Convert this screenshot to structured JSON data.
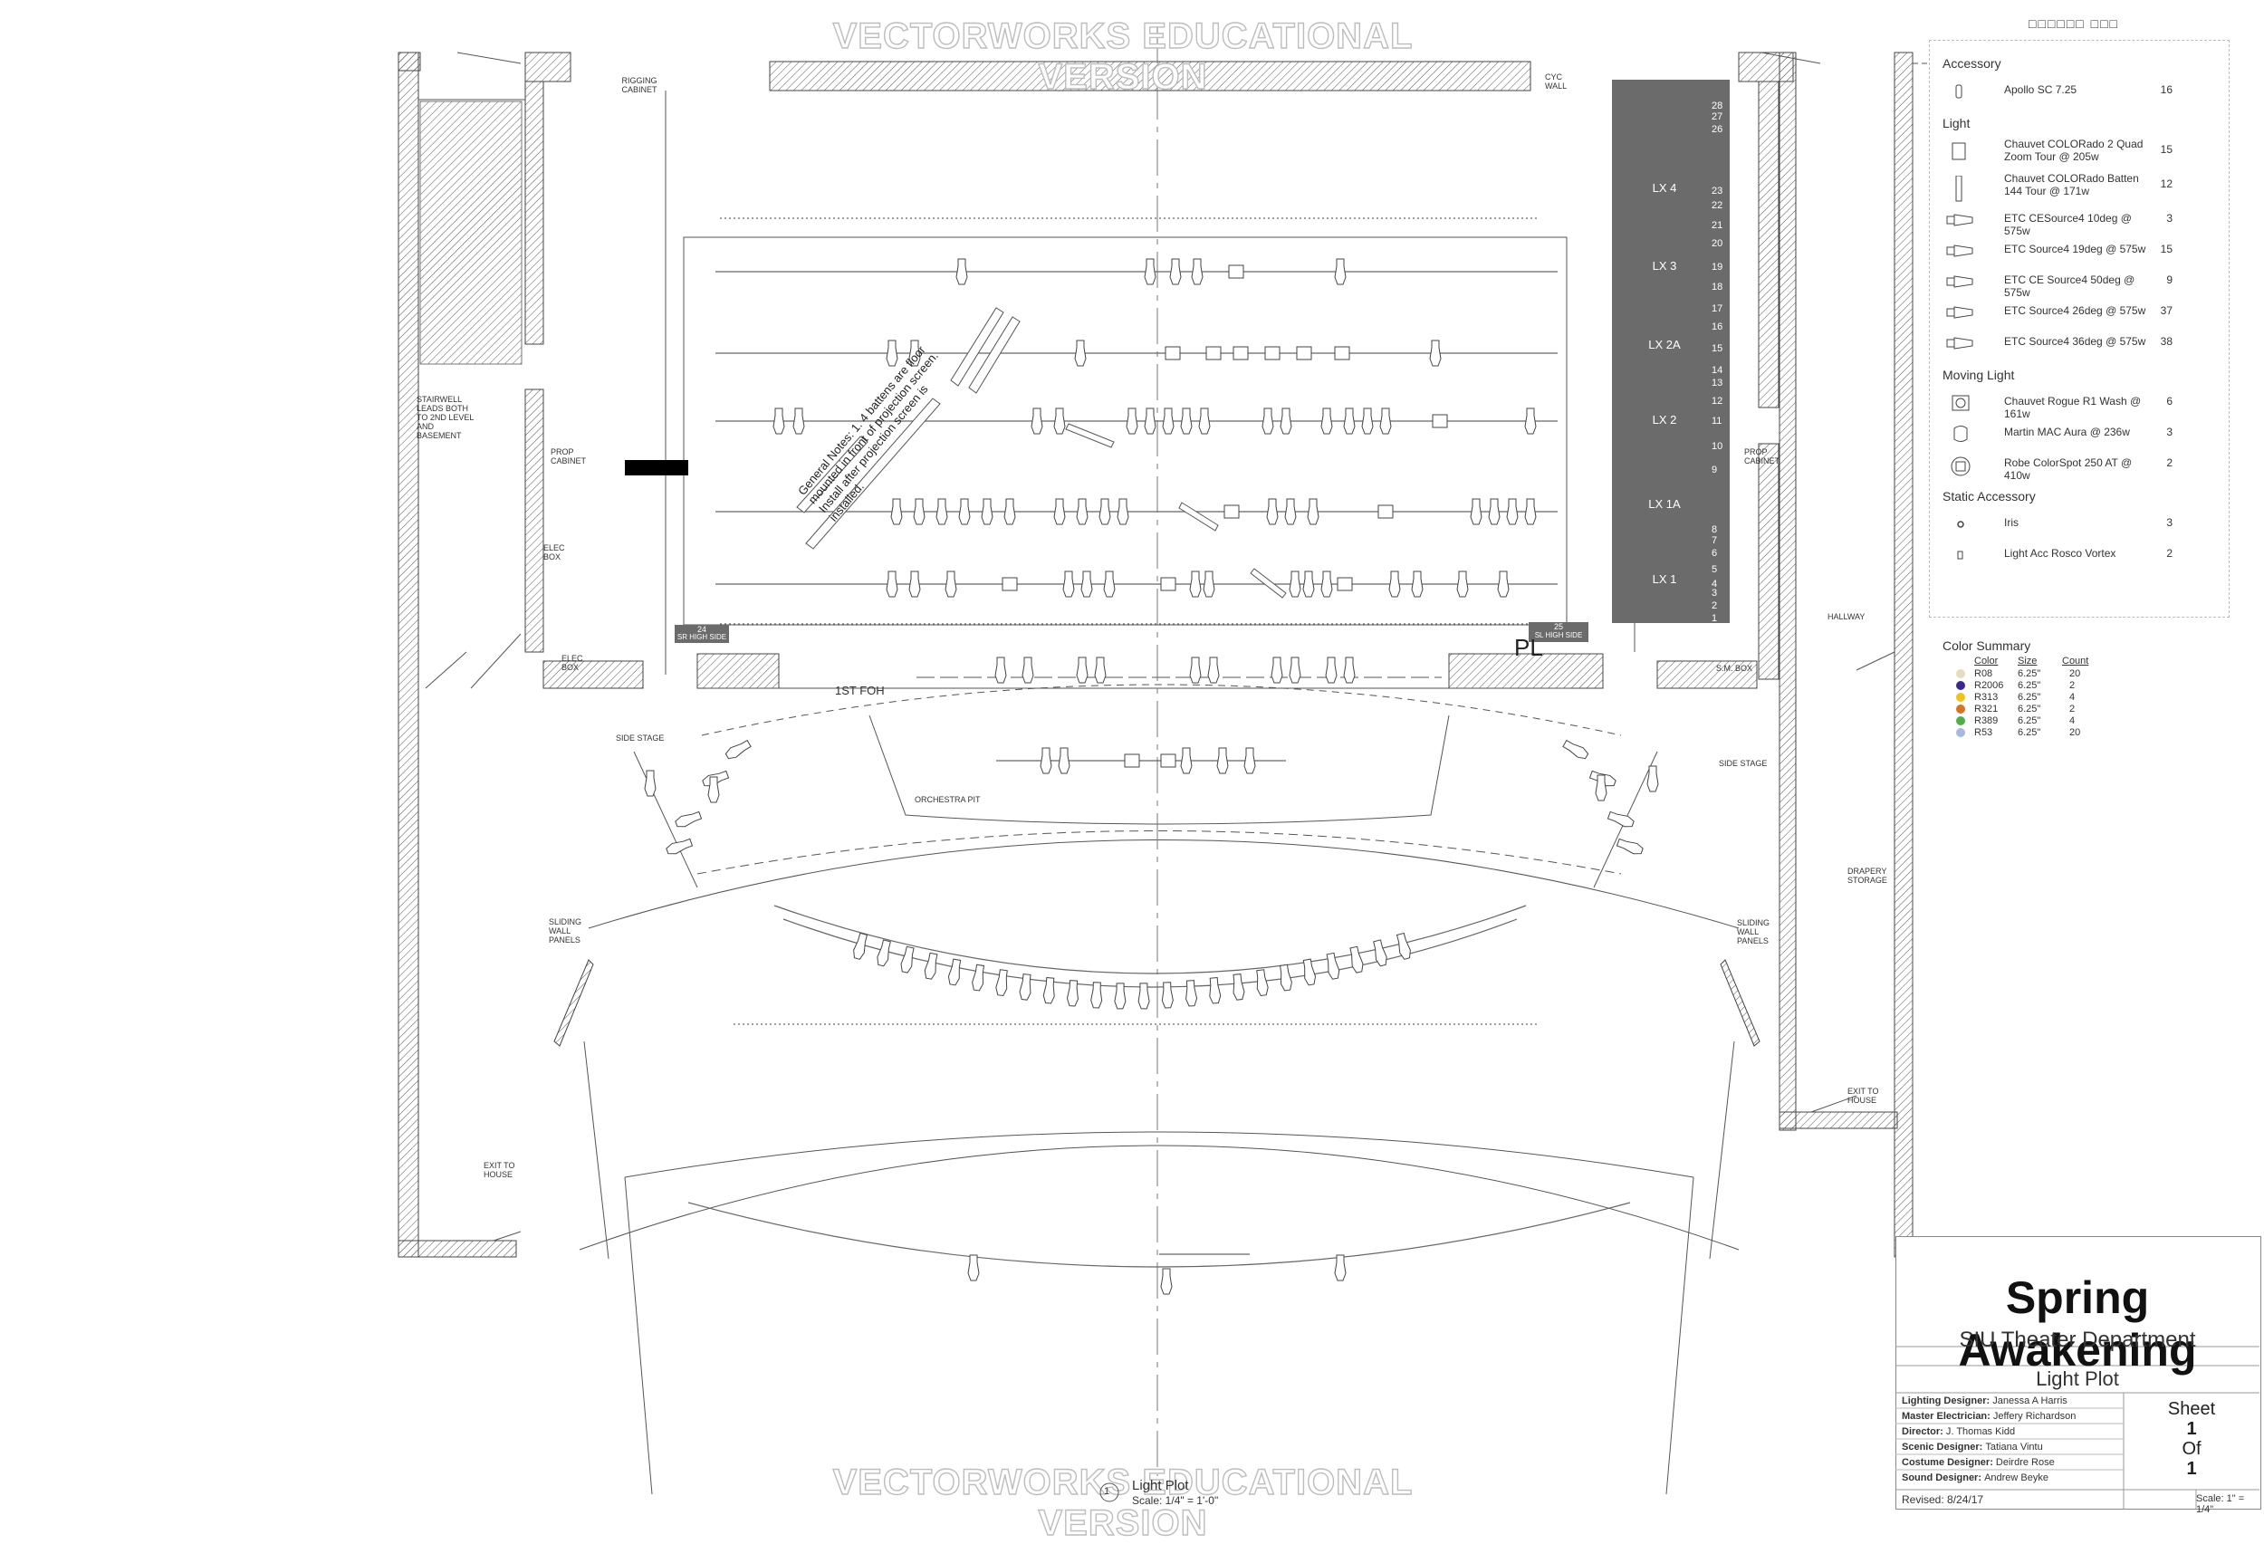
{
  "watermark": "VECTORWORKS EDUCATIONAL VERSION",
  "venue_labels": {
    "rigging_cabinet": "RIGGING CABINET",
    "cyc_wall": "CYC WALL",
    "stairwell": "STAIRWELL LEADS BOTH TO 2ND LEVEL AND BASEMENT",
    "prop_cabinet_left": "PROP CABINET",
    "prop_cabinet_right": "PROP CABINET",
    "elec_box_1": "ELEC BOX",
    "elec_box_2": "ELEC BOX",
    "sm_box": "S.M. BOX",
    "hallway": "HALLWAY",
    "first_foh": "1ST FOH",
    "side_stage_left": "SIDE STAGE",
    "side_stage_right": "SIDE STAGE",
    "orchestra_pit": "ORCHESTRA PIT",
    "sliding_left": "SLIDING WALL PANELS",
    "sliding_right": "SLIDING WALL PANELS",
    "drapery_storage": "DRAPERY STORAGE",
    "exit_left": "EXIT TO HOUSE",
    "exit_right": "EXIT TO HOUSE",
    "sr_high_side_num": "24",
    "sr_high_side": "SR HIGH SIDE",
    "sl_high_side_num": "25",
    "sl_high_side": "SL HIGH SIDE",
    "pl": "PL"
  },
  "general_notes": "General Notes: 1. 4 battens are floor mounted in front of projection screen. Install after projection screen is installed.",
  "lineset_labels": [
    "LX 4",
    "LX 3",
    "LX 2A",
    "LX 2",
    "LX 1A",
    "LX 1"
  ],
  "lineset_numbers": [
    "28",
    "27",
    "26",
    "23",
    "22",
    "21",
    "20",
    "19",
    "18",
    "17",
    "16",
    "15",
    "14",
    "13",
    "12",
    "11",
    "10",
    "9",
    "8",
    "7",
    "6",
    "5",
    "4",
    "3",
    "2",
    "1"
  ],
  "legend": {
    "title": "□□□□□□ □□□",
    "sections": [
      {
        "name": "Accessory",
        "items": [
          {
            "label": "Apollo SC 7.25",
            "qty": "16",
            "icon": "accessory-icon"
          }
        ]
      },
      {
        "name": "Light",
        "items": [
          {
            "label": "Chauvet COLORado 2 Quad Zoom Tour @ 205w",
            "qty": "15",
            "icon": "wash-light-icon"
          },
          {
            "label": "Chauvet COLORado Batten 144 Tour @ 171w",
            "qty": "12",
            "icon": "batten-light-icon"
          },
          {
            "label": "ETC CESource4 10deg @ 575w",
            "qty": "3",
            "icon": "ellipsoidal-icon"
          },
          {
            "label": "ETC Source4 19deg @ 575w",
            "qty": "15",
            "icon": "ellipsoidal-icon"
          },
          {
            "label": "ETC CE Source4 50deg @ 575w",
            "qty": "9",
            "icon": "ellipsoidal-icon"
          },
          {
            "label": "ETC Source4 26deg @ 575w",
            "qty": "37",
            "icon": "ellipsoidal-icon"
          },
          {
            "label": "ETC Source4 36deg @ 575w",
            "qty": "38",
            "icon": "ellipsoidal-icon"
          }
        ]
      },
      {
        "name": "Moving Light",
        "items": [
          {
            "label": "Chauvet Rogue R1 Wash @ 161w",
            "qty": "6",
            "icon": "moving-wash-icon"
          },
          {
            "label": "Martin MAC Aura @ 236w",
            "qty": "3",
            "icon": "moving-aura-icon"
          },
          {
            "label": "Robe ColorSpot 250 AT @ 410w",
            "qty": "2",
            "icon": "moving-spot-icon"
          }
        ]
      },
      {
        "name": "Static Accessory",
        "items": [
          {
            "label": "Iris",
            "qty": "3",
            "icon": "iris-icon"
          },
          {
            "label": "Light Acc Rosco Vortex",
            "qty": "2",
            "icon": "vortex-icon"
          }
        ]
      }
    ]
  },
  "color_summary": {
    "title": "Color Summary",
    "headers": [
      "Color",
      "Size",
      "Count"
    ],
    "rows": [
      {
        "color": "R08",
        "size": "6.25\"",
        "count": "20",
        "swatch": "#e8dcc0"
      },
      {
        "color": "R2006",
        "size": "6.25\"",
        "count": "2",
        "swatch": "#3a2a8c"
      },
      {
        "color": "R313",
        "size": "6.25\"",
        "count": "4",
        "swatch": "#f2c21b"
      },
      {
        "color": "R321",
        "size": "6.25\"",
        "count": "2",
        "swatch": "#d9731f"
      },
      {
        "color": "R389",
        "size": "6.25\"",
        "count": "4",
        "swatch": "#4fae4a"
      },
      {
        "color": "R53",
        "size": "6.25\"",
        "count": "20",
        "swatch": "#a9b6df"
      }
    ]
  },
  "title_block": {
    "show": "Spring Awakening",
    "department": "SIU Theater Department",
    "drawing": "Light Plot",
    "credits": [
      {
        "role": "Lighting Designer:",
        "name": "Janessa A Harris"
      },
      {
        "role": "Master Electrician:",
        "name": "Jeffery Richardson"
      },
      {
        "role": "Director:",
        "name": "J. Thomas Kidd"
      },
      {
        "role": "Scenic Designer:",
        "name": "Tatiana Vintu"
      },
      {
        "role": "Costume Designer:",
        "name": "Deirdre Rose"
      },
      {
        "role": "Sound Designer:",
        "name": "Andrew Beyke"
      }
    ],
    "sheet_label": "Sheet",
    "sheet_num": "1",
    "of_label": "Of",
    "sheet_total": "1",
    "revised": "Revised: 8/24/17",
    "scale": "Scale: 1\" = 1/4\""
  },
  "drawing_title": {
    "number": "1",
    "title": "Light Plot",
    "scale": "Scale: 1/4\" = 1'-0\""
  }
}
